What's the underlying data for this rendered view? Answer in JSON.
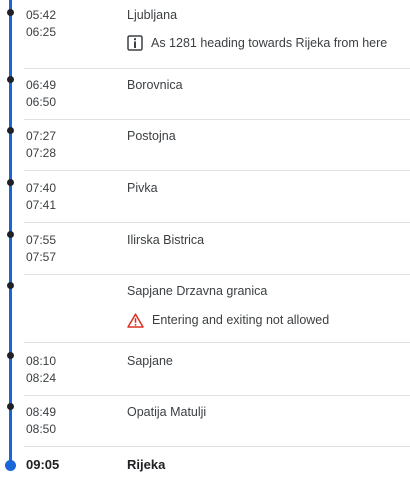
{
  "stops": [
    {
      "arr": "05:42",
      "dep": "06:25",
      "name": "Ljubljana",
      "note": "As 1281 heading towards Rijeka from here",
      "note_icon": "info-icon"
    },
    {
      "arr": "06:49",
      "dep": "06:50",
      "name": "Borovnica"
    },
    {
      "arr": "07:27",
      "dep": "07:28",
      "name": "Postojna"
    },
    {
      "arr": "07:40",
      "dep": "07:41",
      "name": "Pivka"
    },
    {
      "arr": "07:55",
      "dep": "07:57",
      "name": "Ilirska Bistrica"
    },
    {
      "name": "Sapjane Drzavna granica",
      "note": "Entering and exiting not allowed",
      "note_icon": "warning-icon"
    },
    {
      "arr": "08:10",
      "dep": "08:24",
      "name": "Sapjane"
    },
    {
      "arr": "08:49",
      "dep": "08:50",
      "name": "Opatija Matulji"
    },
    {
      "arr": "09:05",
      "name": "Rijeka"
    }
  ],
  "colors": {
    "route_line": "#1a66d9",
    "stop_dot": "#202124",
    "warning": "#d93025"
  }
}
